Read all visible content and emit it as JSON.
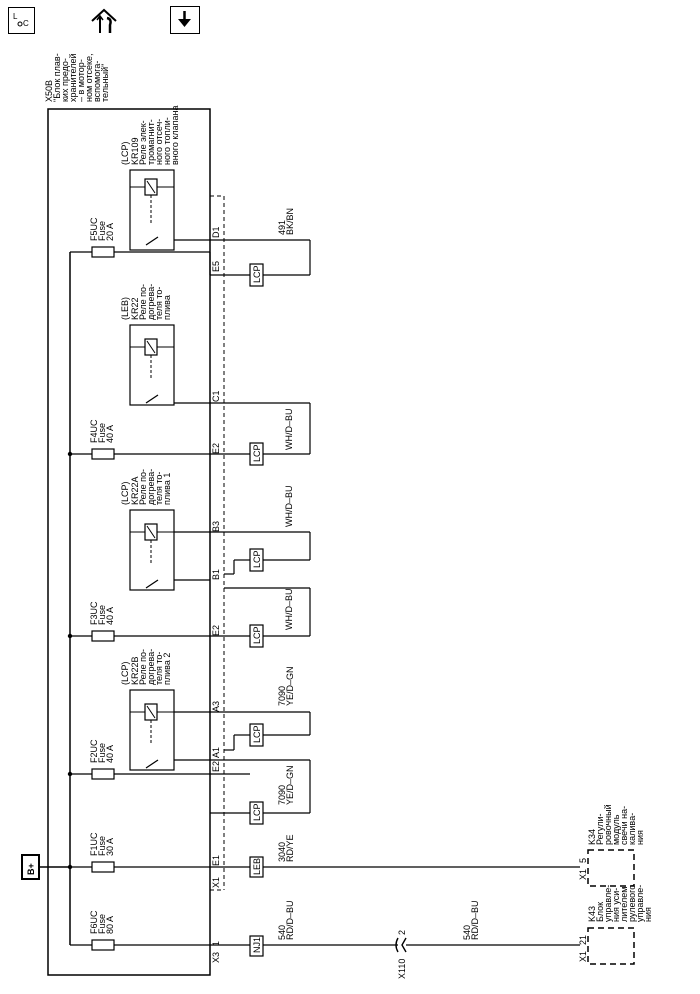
{
  "toolbar": {
    "legend_icon": "legend-icon",
    "repair_icon": "repair-icon",
    "download_icon": "download-arrow-icon"
  },
  "fuse_block": {
    "label_line1": "X50B",
    "label_line2": "\"Блок плав-",
    "label_line3": "ких предо-",
    "label_line4": "хранителей",
    "label_line5": "– в мотор-",
    "label_line6": "ном отсеке,",
    "label_line7": "вспомога-",
    "label_line8": "тельный\""
  },
  "power": {
    "label": "B+"
  },
  "fuses": {
    "f6": {
      "name": "F6UC",
      "type": "Fuse",
      "rating": "80 A"
    },
    "f1": {
      "name": "F1UC",
      "type": "Fuse",
      "rating": "30 A"
    },
    "f2": {
      "name": "F2UC",
      "type": "Fuse",
      "rating": "40 A"
    },
    "f3": {
      "name": "F3UC",
      "type": "Fuse",
      "rating": "40 A"
    },
    "f4": {
      "name": "F4UC",
      "type": "Fuse",
      "rating": "40 A"
    },
    "f5": {
      "name": "F5UC",
      "type": "Fuse",
      "rating": "20 A"
    }
  },
  "relays": {
    "kr22b": {
      "bus": "(LCP)",
      "name": "KR22B",
      "l1": "Реле по-",
      "l2": "догрева-",
      "l3": "теля то-",
      "l4": "плива 2"
    },
    "kr22a": {
      "bus": "(LCP)",
      "name": "KR22A",
      "l1": "Реле по-",
      "l2": "догрева-",
      "l3": "теля то-",
      "l4": "плива 1"
    },
    "kr22": {
      "bus": "(LEB)",
      "name": "KR22",
      "l1": "Реле по-",
      "l2": "догрева-",
      "l3": "теля то-",
      "l4": "плива"
    },
    "kr109": {
      "bus": "(LCP)",
      "name": "KR109",
      "l1": "Реле элек-",
      "l2": "тромагнит-",
      "l3": "ного отсеч-",
      "l4": "ного топли-",
      "l5": "вного клапана"
    }
  },
  "connectors": {
    "x3": "X3",
    "x1": "X1",
    "pin_1": "1",
    "pin_E1": "E1",
    "pin_E2": "E2",
    "pin_A1": "A1",
    "pin_A3": "A3",
    "pin_B1": "B1",
    "pin_B3": "B3",
    "pin_C1": "C1",
    "pin_D1": "D1",
    "pin_E5": "E5"
  },
  "splices": {
    "nj1": "NJ1",
    "leb": "LEB",
    "lcp": "LCP"
  },
  "wires": {
    "w540a_num": "540",
    "w540a_color": "RD/D–BU",
    "w3040_num": "3040",
    "w3040_color": "RD/YE",
    "w7090a_num": "7090",
    "w7090a_color": "YE/D–GN",
    "w7090b_num": "7090",
    "w7090b_color": "YE/D–GN",
    "wwh1_color": "WH/D–BU",
    "wwh2_color": "WH/D–BU",
    "wwh3_color": "WH/D–BU",
    "w491_num": "491",
    "w491_color": "BK/BN",
    "w540b_num": "540",
    "w540b_color": "RD/D–BU"
  },
  "x110": {
    "name": "X110",
    "pin": "2"
  },
  "k43": {
    "conn": "X1",
    "pin": "21",
    "name": "K43",
    "l1": "Блок",
    "l2": "управле-",
    "l3": "ния уси-",
    "l4": "лителем",
    "l5": "рулевого",
    "l6": "управле-",
    "l7": "ния"
  },
  "k34": {
    "conn": "X1",
    "pin": "5",
    "name": "K34",
    "l1": "Регули-",
    "l2": "ровочный",
    "l3": "модуль",
    "l4": "свечи на-",
    "l5": "каливa-",
    "l6": "ния"
  }
}
